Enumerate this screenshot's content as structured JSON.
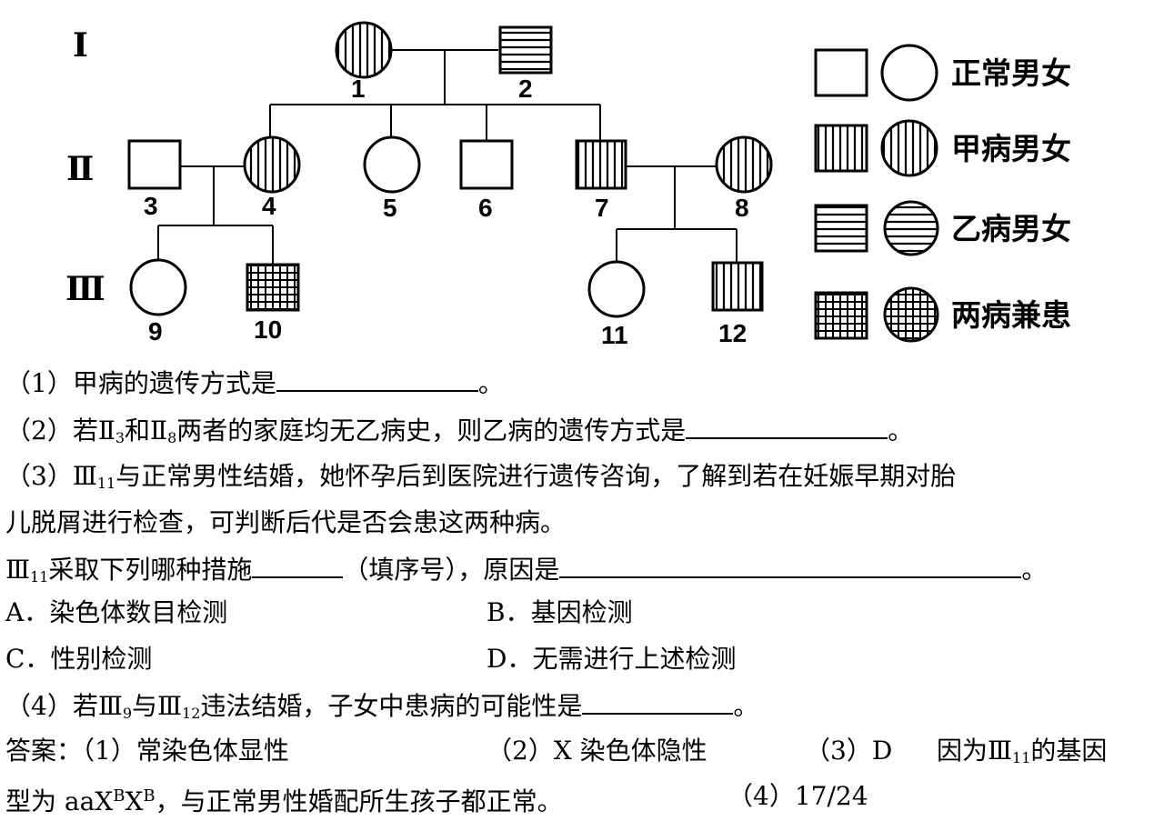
{
  "diagram": {
    "generations": [
      "Ⅰ",
      "Ⅱ",
      "Ⅲ"
    ],
    "individuals": [
      {
        "id": "1",
        "sex": "female",
        "status": "甲病"
      },
      {
        "id": "2",
        "sex": "male",
        "status": "乙病"
      },
      {
        "id": "3",
        "sex": "male",
        "status": "正常"
      },
      {
        "id": "4",
        "sex": "female",
        "status": "甲病"
      },
      {
        "id": "5",
        "sex": "female",
        "status": "正常"
      },
      {
        "id": "6",
        "sex": "male",
        "status": "正常"
      },
      {
        "id": "7",
        "sex": "male",
        "status": "甲病"
      },
      {
        "id": "8",
        "sex": "female",
        "status": "甲病"
      },
      {
        "id": "9",
        "sex": "female",
        "status": "正常"
      },
      {
        "id": "10",
        "sex": "male",
        "status": "两病兼患"
      },
      {
        "id": "11",
        "sex": "female",
        "status": "正常"
      },
      {
        "id": "12",
        "sex": "male",
        "status": "甲病"
      }
    ],
    "legend": [
      "正常男女",
      "甲病男女",
      "乙病男女",
      "两病兼患"
    ]
  },
  "questions": {
    "q1": {
      "text": "（1）甲病的遗传方式是",
      "end": "。"
    },
    "q2": {
      "a": "（2）若Ⅱ",
      "s1": "3",
      "b": "和Ⅱ",
      "s2": "8",
      "c": "两者的家庭均无乙病史，则乙病的遗传方式是",
      "end": "。"
    },
    "q3": {
      "a": "（3）Ⅲ",
      "s1": "11",
      "b": "与正常男性结婚，她怀孕后到医院进行遗传咨询，了解到若在妊娠早期对胎",
      "line2": "儿脱屑进行检查，可判断后代是否会患这两种病。"
    },
    "q3b": {
      "a": "Ⅲ",
      "s1": "11",
      "b": "采取下列哪种措施",
      "c": "（填序号），原因是",
      "end": "。"
    },
    "options": {
      "A": "A．染色体数目检测",
      "B": "B．基因检测",
      "C": "C．性别检测",
      "D": "D．无需进行上述检测"
    },
    "q4": {
      "a": "（4）若Ⅲ",
      "s1": "9",
      "b": "与Ⅲ",
      "s2": "12",
      "c": "违法结婚，子女中患病的可能性是",
      "end": "。"
    }
  },
  "answer": {
    "a1": "答案：（1）常染色体显性",
    "a2": "（2）X 染色体隐性",
    "a3": "（3）D",
    "a3b": "因为Ⅲ",
    "a3s": "11",
    "a3c": "的基因",
    "l2a": "型为 aaX",
    "sup1": "B",
    "l2b": "X",
    "sup2": "B",
    "l2c": "，与正常男性婚配所生孩子都正常。",
    "a4": "（4）17/24"
  },
  "colors": {
    "ink": "#000000",
    "paper": "#ffffff"
  }
}
